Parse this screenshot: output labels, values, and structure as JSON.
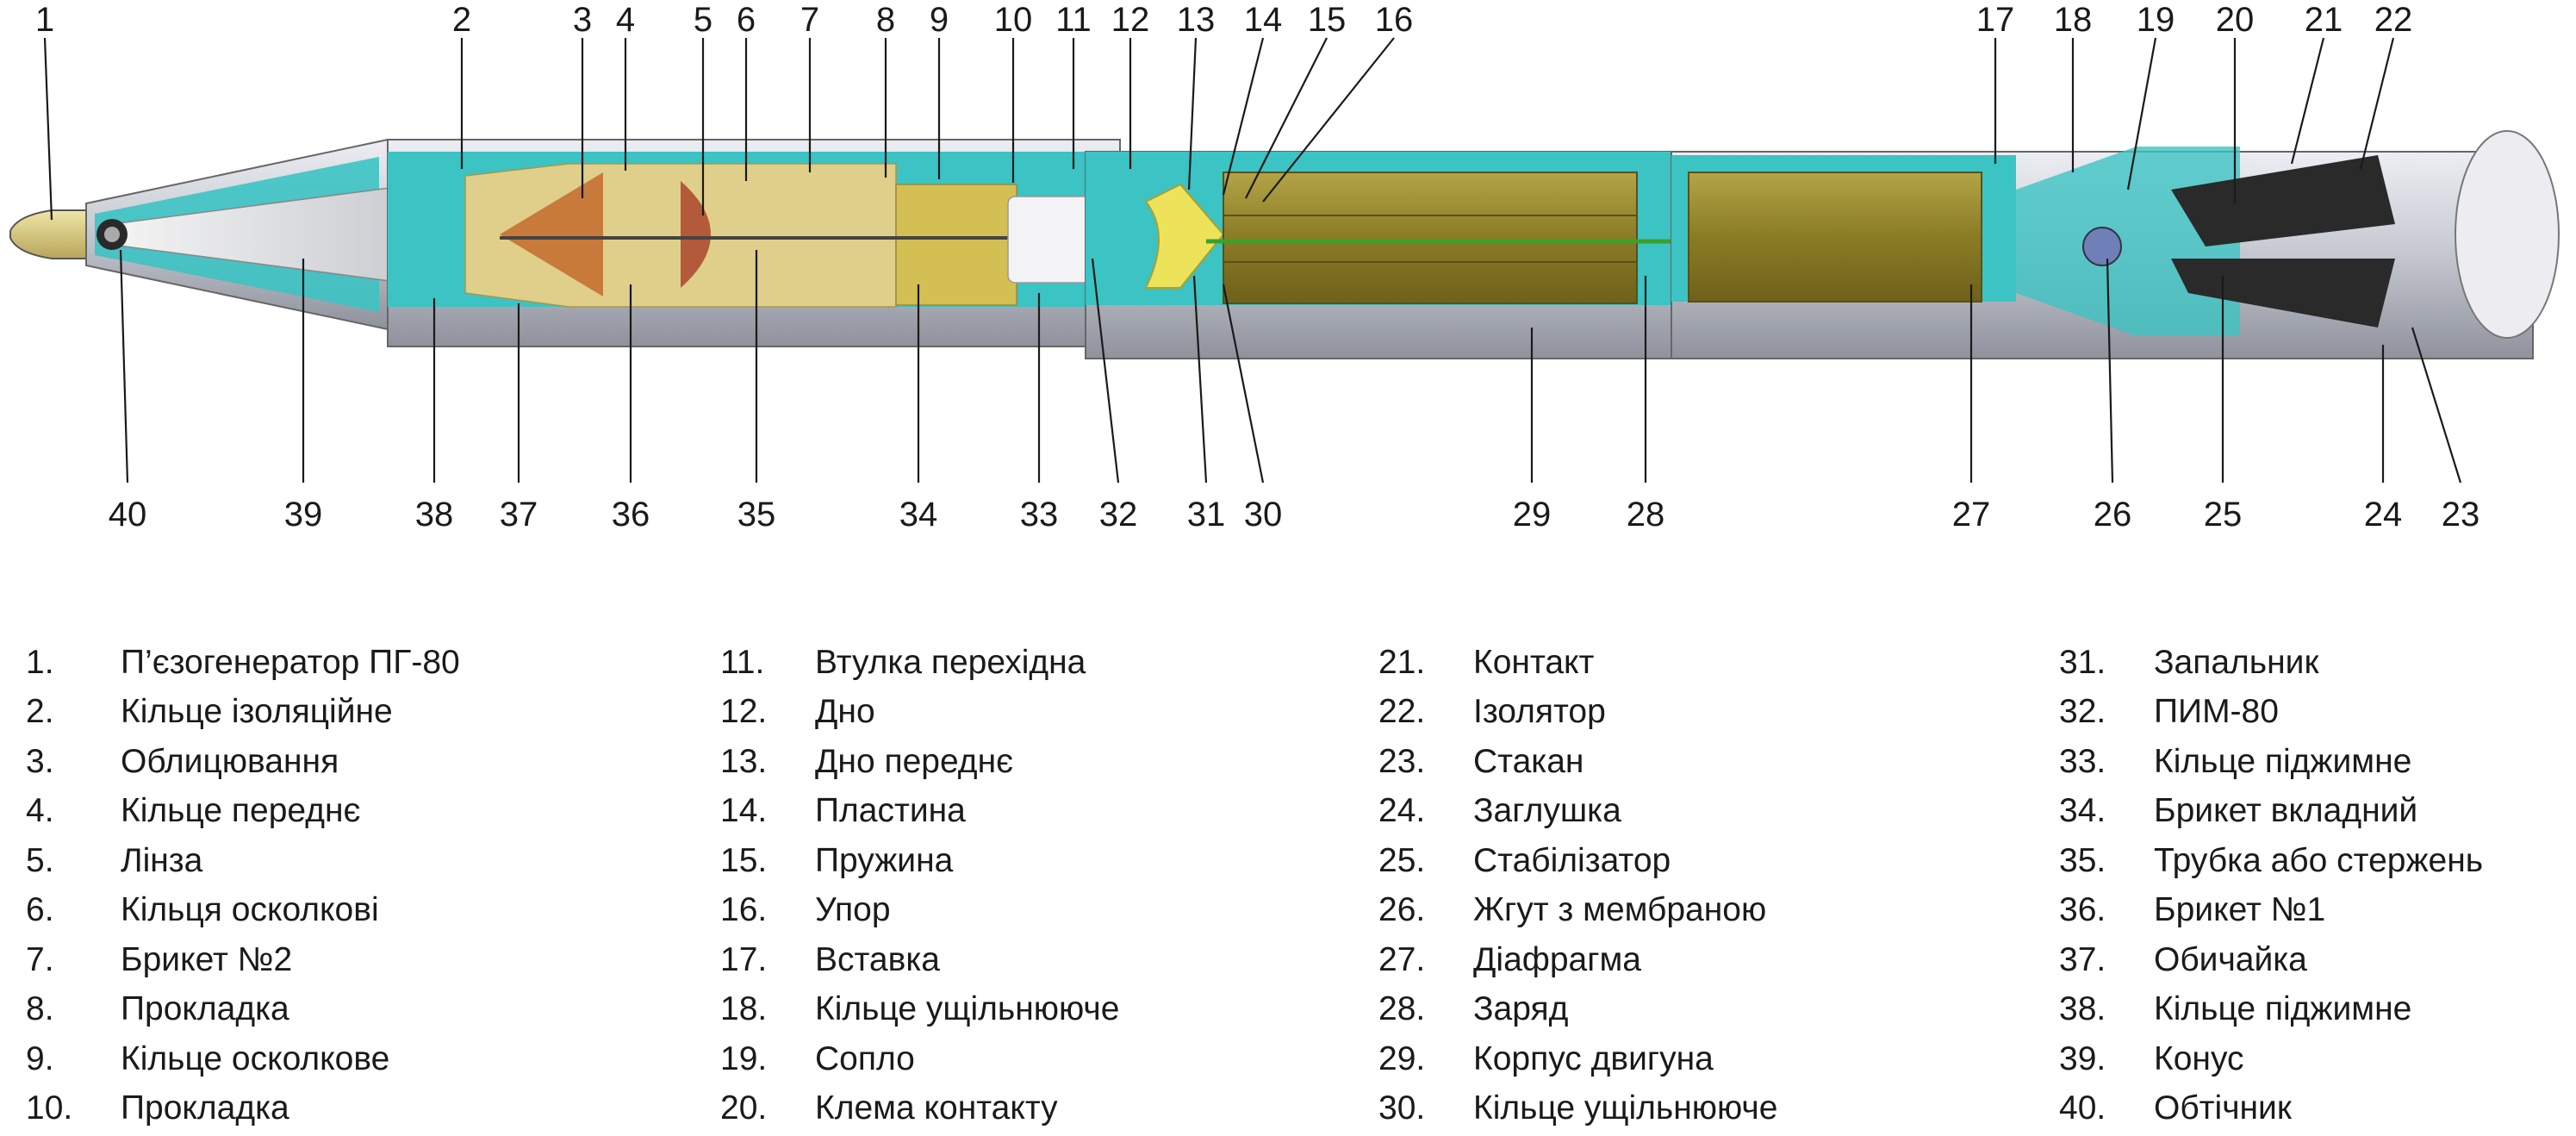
{
  "callouts": {
    "top": [
      "1",
      "2",
      "3",
      "4",
      "5",
      "6",
      "7",
      "8",
      "9",
      "10",
      "11",
      "12",
      "13",
      "14",
      "15",
      "16",
      "17",
      "18",
      "19",
      "20",
      "21",
      "22"
    ],
    "bottom": [
      "40",
      "39",
      "38",
      "37",
      "36",
      "35",
      "34",
      "33",
      "32",
      "31",
      "30",
      "29",
      "28",
      "27",
      "26",
      "25",
      "24",
      "23"
    ]
  },
  "legend": [
    {
      "num": "1.",
      "label": "П’єзогенератор ПГ-80"
    },
    {
      "num": "2.",
      "label": "Кільце ізоляційне"
    },
    {
      "num": "3.",
      "label": "Облицювання"
    },
    {
      "num": "4.",
      "label": "Кільце переднє"
    },
    {
      "num": "5.",
      "label": "Лінза"
    },
    {
      "num": "6.",
      "label": "Кільця осколкові"
    },
    {
      "num": "7.",
      "label": "Брикет №2"
    },
    {
      "num": "8.",
      "label": "Прокладка"
    },
    {
      "num": "9.",
      "label": "Кільце осколкове"
    },
    {
      "num": "10.",
      "label": "Прокладка"
    },
    {
      "num": "11.",
      "label": "Втулка перехідна"
    },
    {
      "num": "12.",
      "label": "Дно"
    },
    {
      "num": "13.",
      "label": "Дно переднє"
    },
    {
      "num": "14.",
      "label": "Пластина"
    },
    {
      "num": "15.",
      "label": "Пружина"
    },
    {
      "num": "16.",
      "label": "Упор"
    },
    {
      "num": "17.",
      "label": "Вставка"
    },
    {
      "num": "18.",
      "label": "Кільце ущільнююче"
    },
    {
      "num": "19.",
      "label": "Сопло"
    },
    {
      "num": "20.",
      "label": "Клема контакту"
    },
    {
      "num": "21.",
      "label": "Контакт"
    },
    {
      "num": "22.",
      "label": "Ізолятор"
    },
    {
      "num": "23.",
      "label": "Стакан"
    },
    {
      "num": "24.",
      "label": "Заглушка"
    },
    {
      "num": "25.",
      "label": "Стабілізатор"
    },
    {
      "num": "26.",
      "label": "Жгут з мембраною"
    },
    {
      "num": "27.",
      "label": "Діафрагма"
    },
    {
      "num": "28.",
      "label": "Заряд"
    },
    {
      "num": "29.",
      "label": "Корпус двигуна"
    },
    {
      "num": "30.",
      "label": "Кільце ущільнююче"
    },
    {
      "num": "31.",
      "label": "Запальник"
    },
    {
      "num": "32.",
      "label": "ПИМ-80"
    },
    {
      "num": "33.",
      "label": "Кільце піджимне"
    },
    {
      "num": "34.",
      "label": "Брикет вкладний"
    },
    {
      "num": "35.",
      "label": "Трубка або стержень"
    },
    {
      "num": "36.",
      "label": "Брикет №1"
    },
    {
      "num": "37.",
      "label": "Обичайка"
    },
    {
      "num": "38.",
      "label": "Кільце піджимне"
    },
    {
      "num": "39.",
      "label": "Конус"
    },
    {
      "num": "40.",
      "label": "Обтічник"
    }
  ],
  "colors": {
    "casing": "#b9bbc4",
    "cutaway": "#3cc3c3",
    "charge": "#8c7f2a",
    "explosive": "#e0cf8a",
    "liner": "#c87a3a",
    "lens": "#b35a3a",
    "igniter": "#ece35a",
    "harness": "#3ca02a"
  }
}
